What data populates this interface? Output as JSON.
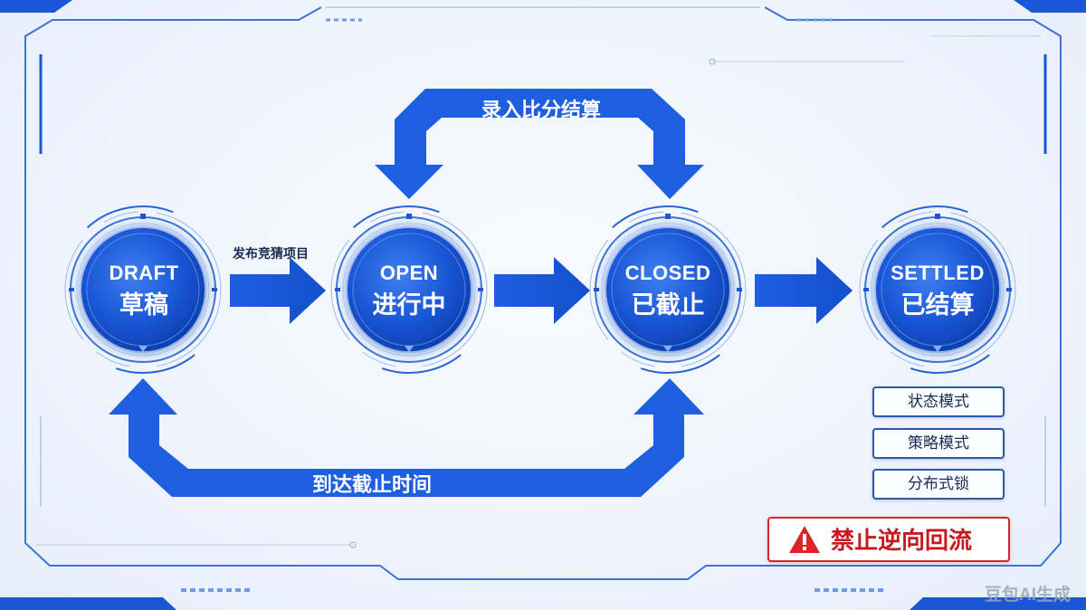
{
  "nodes": [
    {
      "en": "DRAFT",
      "zh": "草稿"
    },
    {
      "en": "OPEN",
      "zh": "进行中"
    },
    {
      "en": "CLOSED",
      "zh": "已截止"
    },
    {
      "en": "SETTLED",
      "zh": "已结算"
    }
  ],
  "edges": {
    "draft_to_open": "发布竞猜项目",
    "open_to_settled_loop": "录入比分结算",
    "closed_to_draft_loop": "到达截止时间"
  },
  "tags": [
    "状态模式",
    "策略模式",
    "分布式锁"
  ],
  "warning": {
    "icon": "warning-triangle-icon",
    "text": "禁止逆向回流"
  },
  "watermark": "豆包AI生成",
  "colors": {
    "primary": "#1a56d6",
    "node_dark": "#0d44b8",
    "warning": "#d8262a"
  }
}
